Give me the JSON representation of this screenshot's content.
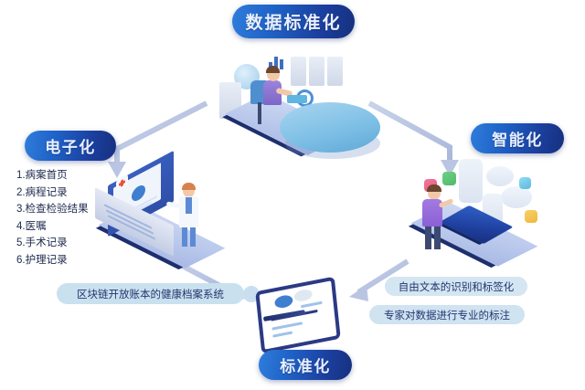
{
  "diagram": {
    "title": "数据标准化",
    "background_color": "#ffffff",
    "accent_color": "#1f63c8",
    "pill_gradient_from": "#2f7ddb",
    "pill_gradient_to": "#16307e",
    "caption_pill_color": "#c9e1ef",
    "arrow_color": "#b9c5e2"
  },
  "stages": {
    "top": {
      "label": "数据标准化",
      "icon": "data-standardization-icon"
    },
    "left": {
      "label": "电子化",
      "icon": "digitization-icon"
    },
    "right": {
      "label": "智能化",
      "icon": "intelligence-icon"
    },
    "bottom": {
      "label": "标准化",
      "icon": "standardization-icon"
    }
  },
  "record_list": {
    "items": [
      "1.病案首页",
      "2.病程记录",
      "3.检查检验结果",
      "4.医嘱",
      "5.手术记录",
      "6.护理记录"
    ]
  },
  "captions": {
    "left": "区块链开放账本的健康档案系统",
    "right_primary": "自由文本的识别和标签化",
    "right_secondary": "专家对数据进行专业的标注"
  },
  "scenes": {
    "center": {
      "name": "analyst-at-round-table",
      "platform_color": "#b9c8ec",
      "table_color": "#7fc0e6",
      "person_shirt_color": "#8b74d4",
      "cards": [
        "chart-card",
        "document-card",
        "document-card",
        "document-card"
      ]
    },
    "left": {
      "name": "doctor-with-laptop",
      "platform_color": "#b9c8ec",
      "screen_color": "#2f4fa8",
      "coat_color": "#f4f7fc",
      "badge_icon": "medical-cross-icon"
    },
    "right": {
      "name": "person-with-tablet",
      "platform_color": "#b9c8ec",
      "tablet_color": "#1f3f9e",
      "person_shirt_color": "#8b5fd6",
      "app_icons": [
        "#e8547f",
        "#4fb86a",
        "#6fc8e8",
        "#c95bb0",
        "#f0c24a"
      ]
    },
    "bottom": {
      "name": "clipboard-document",
      "border_color": "#2b3a85",
      "accent_color": "#3f7fd0"
    }
  },
  "arrows": [
    {
      "name": "arrow-top-to-left",
      "from": "数据标准化",
      "to": "电子化"
    },
    {
      "name": "arrow-top-to-right",
      "from": "数据标准化",
      "to": "智能化"
    },
    {
      "name": "arrow-left-to-bottom",
      "from": "电子化",
      "to": "标准化"
    },
    {
      "name": "arrow-right-to-bottom",
      "from": "智能化",
      "to": "标准化"
    }
  ]
}
